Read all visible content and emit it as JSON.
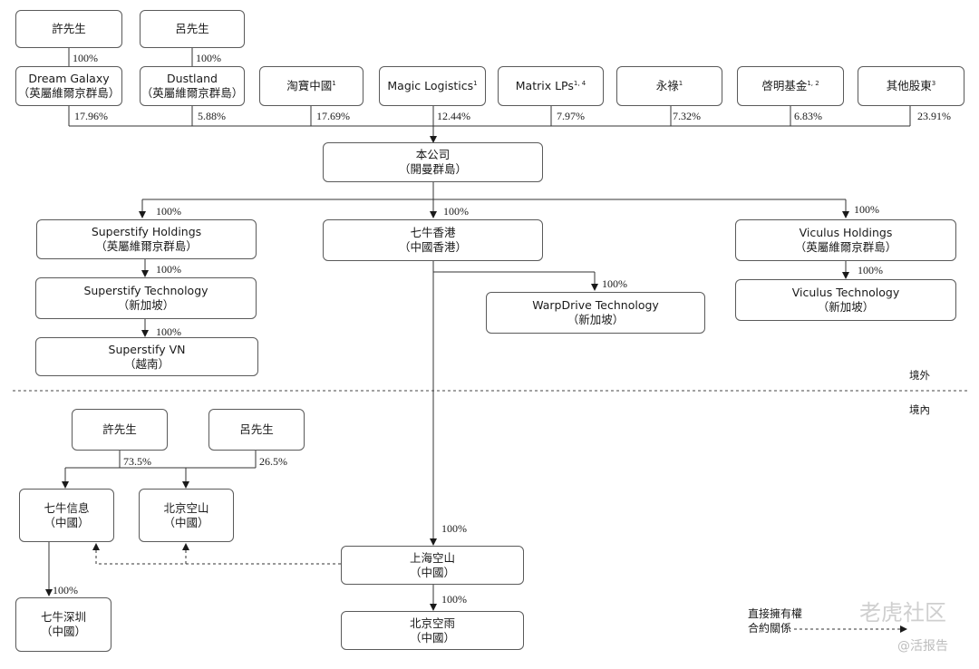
{
  "shareholders": {
    "xu": {
      "name": "許先生",
      "pct": "100%"
    },
    "lv": {
      "name": "呂先生",
      "pct": "100%"
    },
    "dream_galaxy": {
      "name": "Dream Galaxy",
      "place": "（英屬維爾京群島）",
      "pct": "17.96%"
    },
    "dustland": {
      "name": "Dustland",
      "place": "（英屬維爾京群島）",
      "pct": "5.88%"
    },
    "taobao": {
      "name": "淘寶中國",
      "note": "1",
      "pct": "17.69%"
    },
    "magic": {
      "name": "Magic Logistics",
      "note": "1",
      "pct": "12.44%"
    },
    "matrix": {
      "name": "Matrix LPs",
      "note": "1, 4",
      "pct": "7.97%"
    },
    "yonglu": {
      "name": "永祿",
      "note": "1",
      "pct": "7.32%"
    },
    "qiming": {
      "name": "啓明基金",
      "note": "1, 2",
      "pct": "6.83%"
    },
    "others": {
      "name": "其他股東",
      "note": "3",
      "pct": "23.91%"
    }
  },
  "company": {
    "name": "本公司",
    "place": "（開曼群島）"
  },
  "offshore": {
    "superstify_holdings": {
      "name": "Superstify Holdings",
      "place": "（英屬維爾京群島）",
      "pct": "100%"
    },
    "qiniu_hk": {
      "name": "七牛香港",
      "place": "（中國香港）",
      "pct": "100%"
    },
    "viculus_holdings": {
      "name": "Viculus Holdings",
      "place": "（英屬維爾京群島）",
      "pct": "100%"
    },
    "superstify_tech": {
      "name": "Superstify Technology",
      "place": "（新加坡）",
      "pct": "100%"
    },
    "warpdrive": {
      "name": "WarpDrive Technology",
      "place": "（新加坡）",
      "pct": "100%"
    },
    "viculus_tech": {
      "name": "Viculus Technology",
      "place": "（新加坡）",
      "pct": "100%"
    },
    "superstify_vn": {
      "name": "Superstify VN",
      "place": "（越南）",
      "pct": "100%"
    }
  },
  "zones": {
    "offshore": "境外",
    "onshore": "境內"
  },
  "onshore": {
    "xu": {
      "name": "許先生",
      "pct": "73.5%"
    },
    "lv": {
      "name": "呂先生",
      "pct": "26.5%"
    },
    "qiniu_info": {
      "name": "七牛信息",
      "place": "（中國）"
    },
    "beijing_kongshan": {
      "name": "北京空山",
      "place": "（中國）"
    },
    "shanghai_kongshan": {
      "name": "上海空山",
      "place": "（中國）",
      "pct": "100%"
    },
    "qiniu_sz": {
      "name": "七牛深圳",
      "place": "（中國）",
      "pct": "100%"
    },
    "beijing_kongyu": {
      "name": "北京空雨",
      "place": "（中國）",
      "pct": "100%"
    }
  },
  "legend": {
    "line1": "直接擁有權",
    "line2": "合約關係"
  },
  "watermark": {
    "main": "老虎社区",
    "sub": "@活报告"
  }
}
